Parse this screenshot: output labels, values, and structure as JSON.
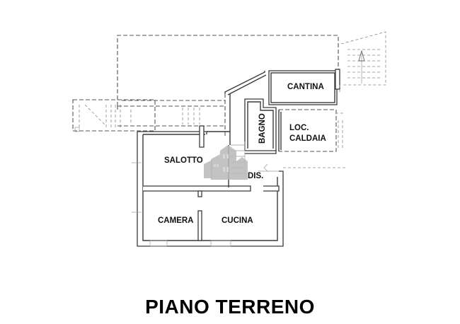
{
  "plan": {
    "title": "PIANO TERRENO",
    "rooms": [
      {
        "id": "cantina",
        "label": "CANTINA"
      },
      {
        "id": "bagno",
        "label": "BAGNO"
      },
      {
        "id": "loc",
        "label": "LOC."
      },
      {
        "id": "caldaia",
        "label": "CALDAIA"
      },
      {
        "id": "salotto",
        "label": "SALOTTO"
      },
      {
        "id": "dis",
        "label": "DIS."
      },
      {
        "id": "camera",
        "label": "CAMERA"
      },
      {
        "id": "cucina",
        "label": "CUCINA"
      }
    ],
    "watermark": "house-logo-icon"
  }
}
